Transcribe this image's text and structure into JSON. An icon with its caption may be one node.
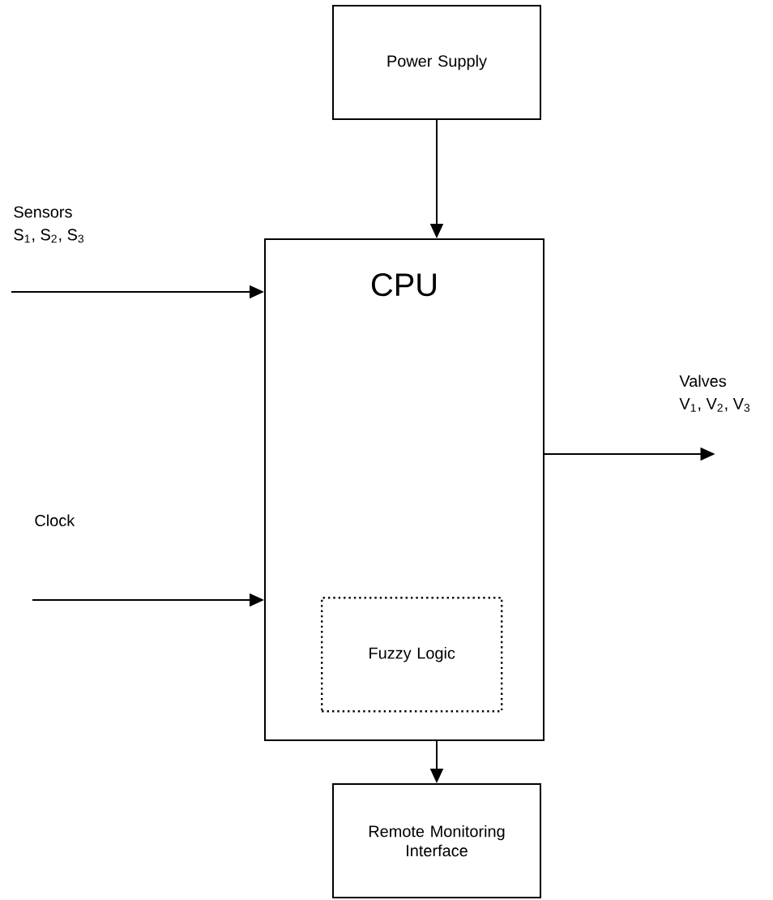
{
  "diagram": {
    "nodes": [
      {
        "text": [
          "Power Supply"
        ]
      },
      {
        "text": [
          "CPU"
        ]
      },
      {
        "text": [
          "Fuzzy Logic"
        ],
        "in": 1
      },
      {
        "text": [
          "Remote Monitoring Interface"
        ]
      },
      {
        "text": [
          "Sensors",
          "S$_{1}$, S$_{2}$, S$_{3}$"
        ]
      },
      {
        "text": [
          "Clock"
        ]
      },
      {
        "text": [
          "Valves",
          "V$_{1}$, V$_{2}$, V$_{3}$"
        ]
      }
    ],
    "edges": [
      {
        "from": 0,
        "to": 1,
        "arrow": "to"
      },
      {
        "from": 4,
        "to": 1,
        "arrow": "to"
      },
      {
        "from": 5,
        "to": 1,
        "arrow": "to"
      },
      {
        "from": 1,
        "to": 6,
        "arrow": "to"
      },
      {
        "from": 1,
        "to": 3,
        "arrow": "to"
      }
    ]
  }
}
